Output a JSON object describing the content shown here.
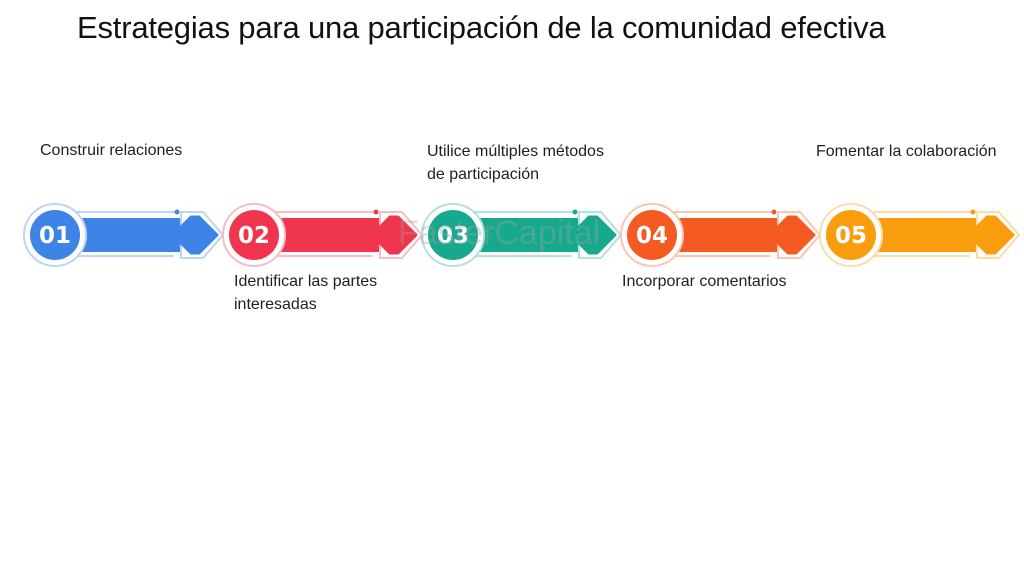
{
  "title": "Estrategias para una participación de la comunidad efectiva",
  "watermark": "FasterCapital",
  "steps": [
    {
      "number": "01",
      "label_lines": [
        "Construir relaciones"
      ],
      "position": "above",
      "color": "#3d84e6",
      "light_color": "#bcd4f5"
    },
    {
      "number": "02",
      "label_lines": [
        "Identificar las partes",
        "interesadas"
      ],
      "position": "below",
      "color": "#f0354e",
      "light_color": "#f8bcc4"
    },
    {
      "number": "03",
      "label_lines": [
        "Utilice múltiples métodos",
        "de participación"
      ],
      "position": "above",
      "color": "#17a98e",
      "light_color": "#b2e3d9"
    },
    {
      "number": "04",
      "label_lines": [
        "Incorporar comentarios"
      ],
      "position": "below",
      "color": "#f55a22",
      "light_color": "#fbc6b1"
    },
    {
      "number": "05",
      "label_lines": [
        "Fomentar la colaboración"
      ],
      "position": "above",
      "color": "#f99d0f",
      "light_color": "#fcdca8"
    }
  ]
}
